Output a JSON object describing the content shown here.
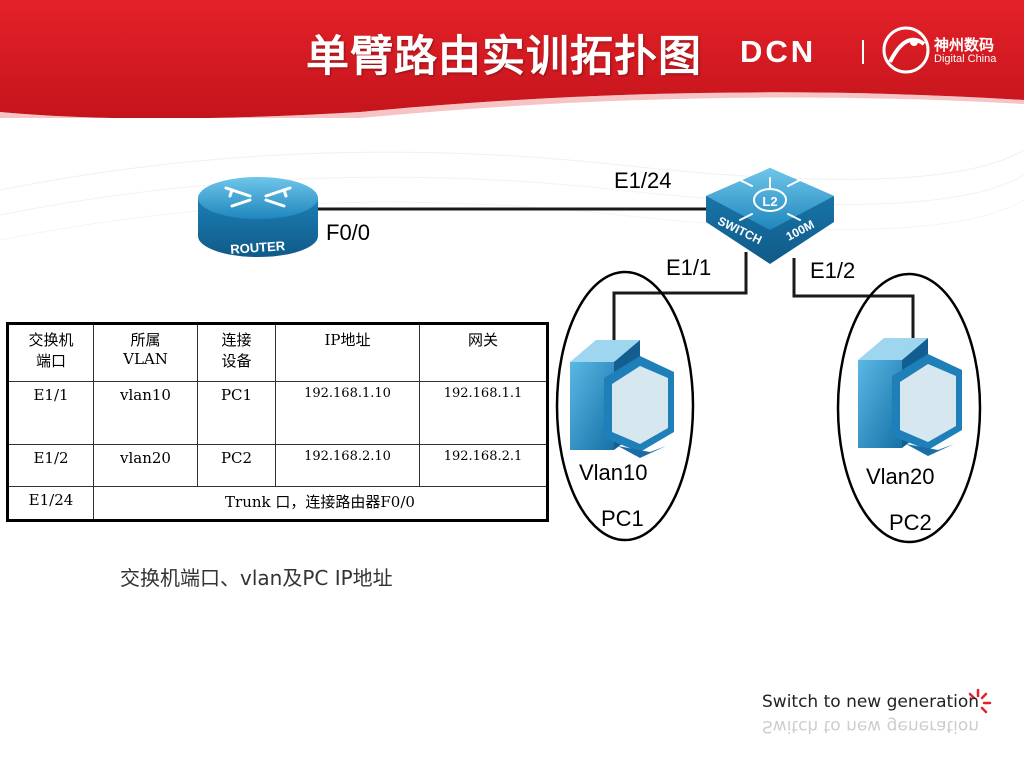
{
  "header": {
    "title": "单臂路由实训拓扑图",
    "logo_text": "DCN",
    "brand_cn": "神州数码",
    "brand_en": "Digital China",
    "accent_color": "#d81921"
  },
  "diagram": {
    "router_label": "ROUTER",
    "switch_label": "SWITCH",
    "switch_badge": "L2",
    "switch_speed": "100M",
    "port_router": "F0/0",
    "port_e124": "E1/24",
    "port_e11": "E1/1",
    "port_e12": "E1/2",
    "pc1_vlan": "Vlan10",
    "pc1_name": "PC1",
    "pc2_vlan": "Vlan20",
    "pc2_name": "PC2"
  },
  "table": {
    "headers": [
      "交换机\n端口",
      "所属\nVLAN",
      "连接\n设备",
      "IP地址",
      "网关"
    ],
    "rows": [
      [
        "E1/1",
        "vlan10",
        "PC1",
        "192.168.1.10",
        "192.168.1.1"
      ],
      [
        "E1/2",
        "vlan20",
        "PC2",
        "192.168.2.10",
        "192.168.2.1"
      ]
    ],
    "trunk_row": {
      "port": "E1/24",
      "desc": "Trunk 口，连接路由器F0/0"
    }
  },
  "caption": "交换机端口、vlan及PC IP地址",
  "slogan": "Switch to new generation"
}
